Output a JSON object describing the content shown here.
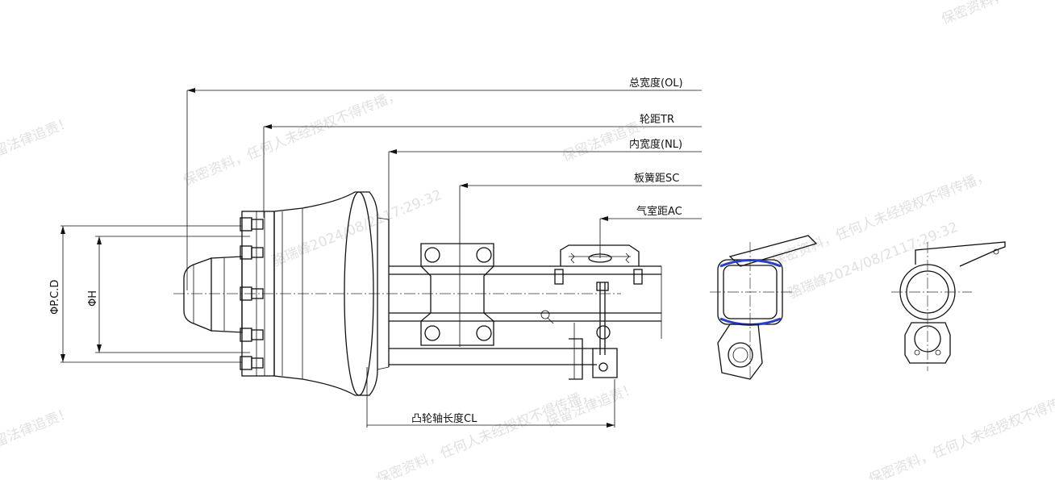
{
  "dimensions": {
    "overall_width": "总宽度(OL)",
    "track": "轮距TR",
    "inner_width": "内宽度(NL)",
    "spring_seat": "板簧距SC",
    "air_chamber": "气室距AC",
    "camshaft_length": "凸轮轴长度CL",
    "pcd": "ΦP.C.D",
    "hub_diameter": "ΦH"
  },
  "watermark": {
    "line1": "保密资料，任何人未经授权不得传播，",
    "line2": "保留法律追责！",
    "line3": "骆瑞峰2024/08/2117:29:32"
  },
  "colors": {
    "line": "#111111",
    "watermark": "#c8c8c8",
    "highlight": "#2a3fc8"
  }
}
